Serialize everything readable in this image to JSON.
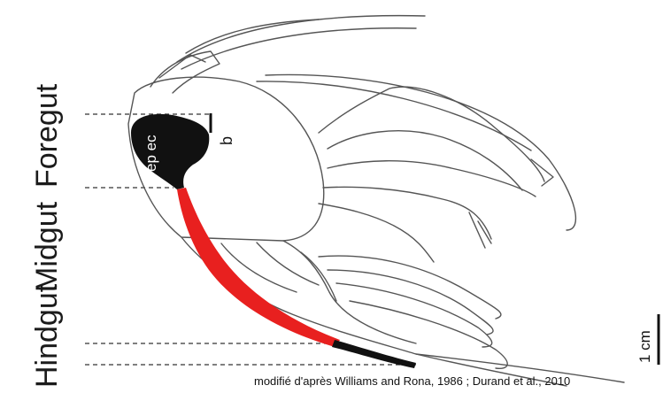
{
  "labels": {
    "foregut": "Foregut",
    "midgut": "Midgut",
    "hindgut": "Hindgut",
    "ep_ec": "ep ec",
    "b": "b",
    "scale": "1 cm"
  },
  "caption": "modifié d'après Williams and Rona, 1986 ; Durand et al., 2010",
  "colors": {
    "foregut": "#111111",
    "midgut": "#e8201f",
    "line": "#333333"
  }
}
